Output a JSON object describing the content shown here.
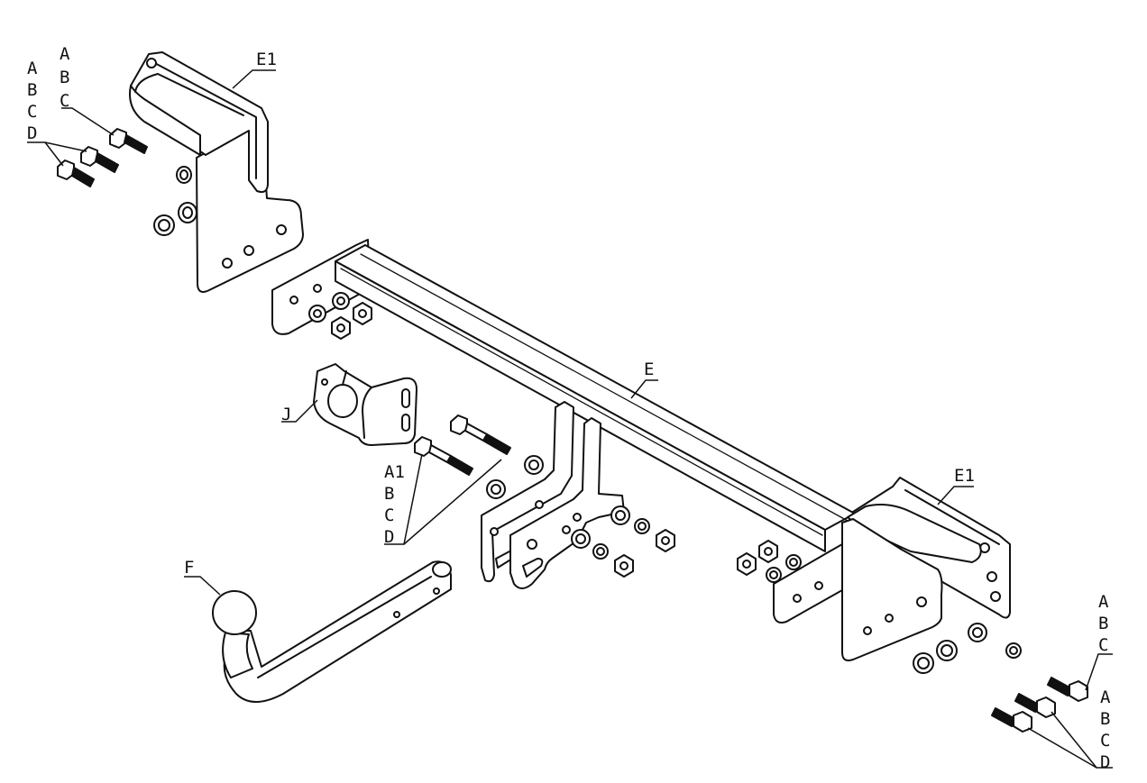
{
  "diagram": {
    "labels": {
      "e1_top": "E1",
      "e1_right": "E1",
      "e_beam": "E",
      "j_bracket": "J",
      "f_ball": "F",
      "tl_group1": [
        "A",
        "B",
        "C"
      ],
      "tl_group2": [
        "A",
        "B",
        "C",
        "D"
      ],
      "mid_group": [
        "A1",
        "B",
        "C",
        "D"
      ],
      "br_group1": [
        "A",
        "B",
        "C"
      ],
      "br_group2": [
        "A",
        "B",
        "C",
        "D"
      ]
    }
  }
}
